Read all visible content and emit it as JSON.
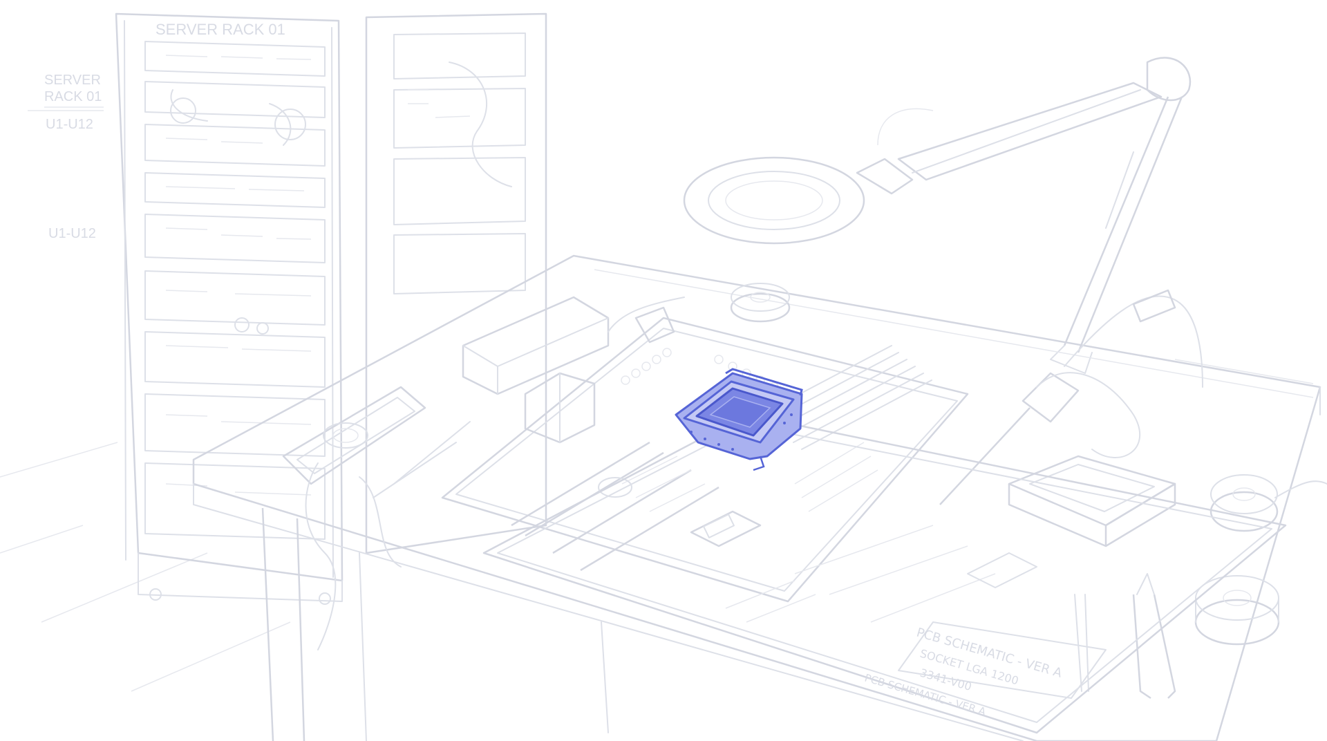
{
  "scene": {
    "rack_header_label": "SERVER RACK 01",
    "rack_side_label": [
      "SERVER",
      "RACK 01"
    ],
    "rack_units_label_upper": "U1-U12",
    "rack_units_label_lower": "U1-U12",
    "schematic_title": "PCB SCHEMATIC - VER A",
    "schematic_line_2": "SOCKET LGA 1200",
    "schematic_line_3": "3341-V00",
    "schematic_line_4": "PCB SCHEMATIC - VER A"
  },
  "colors": {
    "background": "#ffffff",
    "sketch_line": "#dde0e8",
    "cpu_highlight": "#7b86e4",
    "cpu_highlight_dark": "#5564d6",
    "cpu_highlight_light": "#a9b1f0"
  }
}
